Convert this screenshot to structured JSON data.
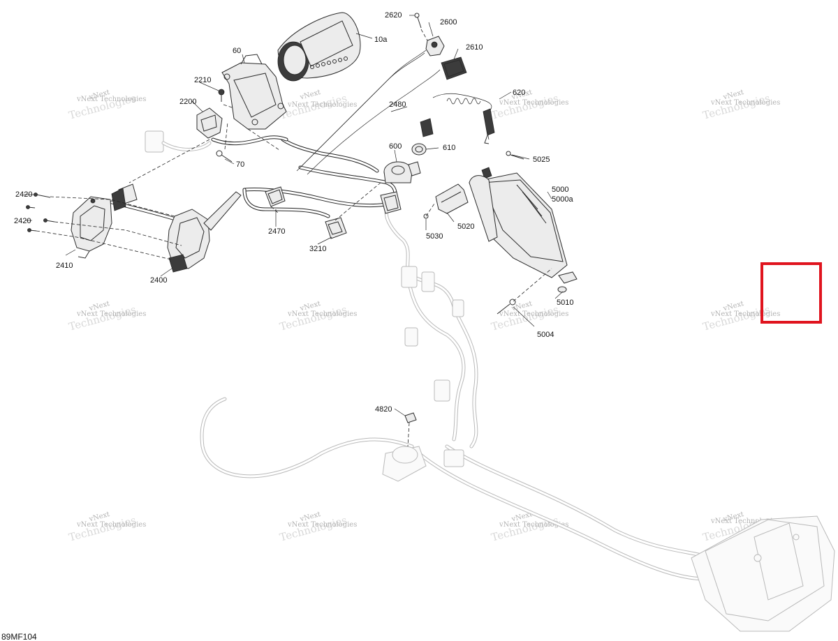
{
  "diagram_code": "89MF104",
  "watermark": {
    "line1": "vNext",
    "line2": "Technologies",
    "line3": "vNext Technologies"
  },
  "callouts": [
    {
      "id": "10a",
      "text": "10a"
    },
    {
      "id": "60",
      "text": "60"
    },
    {
      "id": "70",
      "text": "70"
    },
    {
      "id": "600",
      "text": "600"
    },
    {
      "id": "610",
      "text": "610"
    },
    {
      "id": "620",
      "text": "620"
    },
    {
      "id": "2200",
      "text": "2200"
    },
    {
      "id": "2210",
      "text": "2210"
    },
    {
      "id": "2400",
      "text": "2400"
    },
    {
      "id": "2410",
      "text": "2410"
    },
    {
      "id": "2420a",
      "text": "2420"
    },
    {
      "id": "2420b",
      "text": "2420"
    },
    {
      "id": "2470",
      "text": "2470"
    },
    {
      "id": "2480",
      "text": "2480"
    },
    {
      "id": "2600",
      "text": "2600"
    },
    {
      "id": "2610",
      "text": "2610"
    },
    {
      "id": "2620",
      "text": "2620"
    },
    {
      "id": "3210",
      "text": "3210"
    },
    {
      "id": "4820",
      "text": "4820"
    },
    {
      "id": "5000",
      "text": "5000"
    },
    {
      "id": "5000a",
      "text": "5000a"
    },
    {
      "id": "5004",
      "text": "5004"
    },
    {
      "id": "5010",
      "text": "5010"
    },
    {
      "id": "5020",
      "text": "5020"
    },
    {
      "id": "5025",
      "text": "5025"
    },
    {
      "id": "5030",
      "text": "5030"
    }
  ],
  "colors": {
    "highlight": "#e0141e",
    "line": "#222222",
    "ghost": "#b9b9b9"
  }
}
